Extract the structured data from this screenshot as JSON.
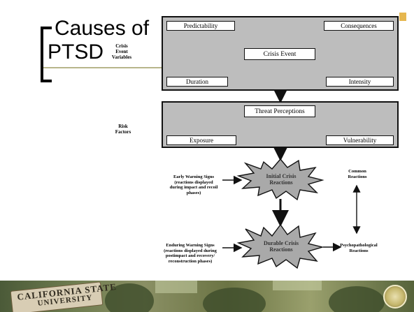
{
  "slide": {
    "title_line1": "Causes of",
    "title_line2": "PTSD"
  },
  "side_labels": {
    "crisis_event_variables": "Crisis\nEvent\nVariables",
    "risk_factors": "Risk\nFactors"
  },
  "top_panel": {
    "predictability": "Predictability",
    "consequences": "Consequences",
    "crisis_event": "Crisis Event",
    "duration": "Duration",
    "intensity": "Intensity"
  },
  "middle_panel": {
    "threat_perceptions": "Threat Perceptions",
    "exposure": "Exposure",
    "vulnerability": "Vulnerability"
  },
  "lower_diagram": {
    "initial_reactions": "Initial Crisis\nReactions",
    "durable_reactions": "Durable Crisis\nReactions",
    "early_warning": "Early Warning Signs\n(reactions displayed\nduring impact and recoil\nphases)",
    "enduring_warning": "Enduring Warning Signs\n(reactions displayed during\npostimpact and recovery/\nreconstruction phases)",
    "common_reactions": "Common\nReactions",
    "psychopathological": "Psychopathological\nReactions"
  },
  "footer": {
    "sign_line1": "CALIFORNIA STATE",
    "sign_line2": "UNIVERSITY"
  },
  "colors": {
    "panel_gray": "#bdbdbd",
    "title_rule": "#b7b58a",
    "accent": "#e6b74f"
  }
}
